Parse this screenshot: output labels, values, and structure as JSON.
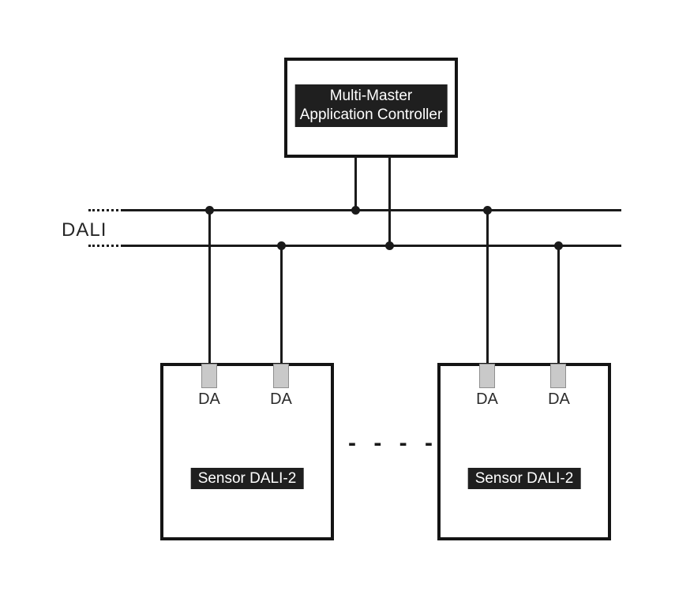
{
  "diagram": {
    "title_semantic": "DALI multi-master bus topology",
    "controller": {
      "label_line1": "Multi-Master",
      "label_line2": "Application Controller"
    },
    "bus": {
      "label": "DALI"
    },
    "separator": "- - - -",
    "sensors": [
      {
        "label": "Sensor DALI-2",
        "terminals": [
          "DA",
          "DA"
        ]
      },
      {
        "label": "Sensor DALI-2",
        "terminals": [
          "DA",
          "DA"
        ]
      }
    ],
    "colors": {
      "line": "#1a1a1a",
      "label_bg": "#1f1f1f",
      "label_text": "#ffffff",
      "connector_fill": "#c9c9c9",
      "connector_border": "#8f8f8f",
      "background": "#ffffff"
    }
  }
}
